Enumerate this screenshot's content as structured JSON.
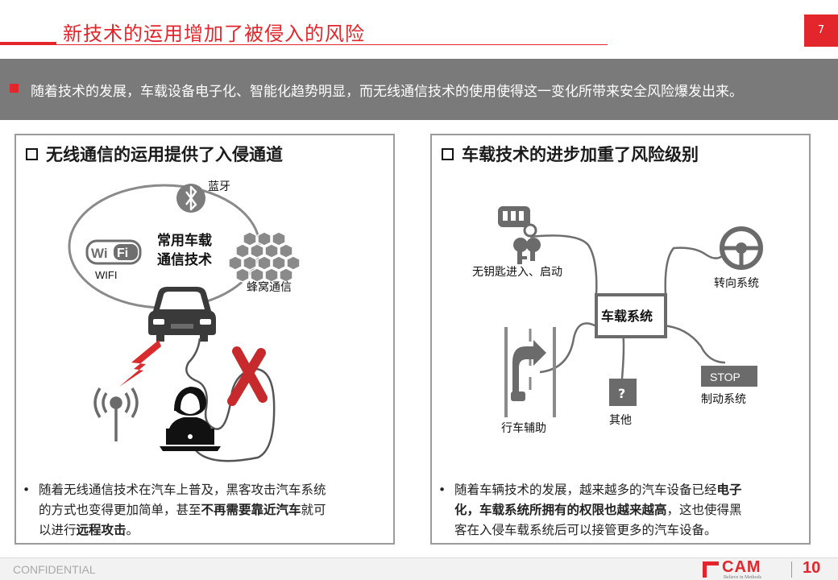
{
  "header": {
    "title": "新技术的运用增加了被侵入的风险",
    "page_number": "7"
  },
  "banner": {
    "text": "随着技术的发展，车载设备电子化、智能化趋势明显，而无线通信技术的使用使得这一变化所带来安全风险爆发出来。"
  },
  "left_panel": {
    "heading": "无线通信的运用提供了入侵通道",
    "center_label_line1": "常用车载",
    "center_label_line2": "通信技术",
    "bluetooth_label": "蓝牙",
    "wifi_label": "WIFI",
    "wifi_logo_left": "Wi",
    "wifi_logo_right": "Fi",
    "cellular_label": "蜂窝通信",
    "note": {
      "bullet": "•",
      "line1": "随着无线通信技术在汽车上普及，黑客攻击汽车系统",
      "line2_pre": "的方式也变得更加简单，甚至",
      "line2_bold": "不再需要靠近汽车",
      "line2_post": "就可",
      "line3_pre": "以进行",
      "line3_bold": "远程攻击",
      "line3_post": "。"
    }
  },
  "right_panel": {
    "heading": "车载技术的进步加重了风险级别",
    "center_label": "车载系统",
    "keyless_label": "无钥匙进入、启动",
    "steering_label": "转向系统",
    "driving_assist_label": "行车辅助",
    "other_label": "其他",
    "other_symbol": "?",
    "stop_sign": "STOP",
    "brake_label": "制动系统",
    "note": {
      "bullet": "•",
      "line1_pre": "随着车辆技术的发展，越来越多的汽车设备已经",
      "line1_bold": "电子",
      "line2_bold": "化，车载系统所拥有的权限也越来越高",
      "line2_post": "，这也使得黑",
      "line3": "客在入侵车载系统后可以接管更多的汽车设备。"
    }
  },
  "footer": {
    "confidential": "CONFIDENTIAL",
    "logo_text": "CAM",
    "logo_tagline": "Believe in Methods",
    "logo_number": "10"
  },
  "colors": {
    "accent_red": "#e3262b",
    "banner_gray": "#7a7a7a",
    "panel_border": "#9b9b9b",
    "icon_gray": "#6b6b6b",
    "icon_dark": "#3a3a3a"
  }
}
